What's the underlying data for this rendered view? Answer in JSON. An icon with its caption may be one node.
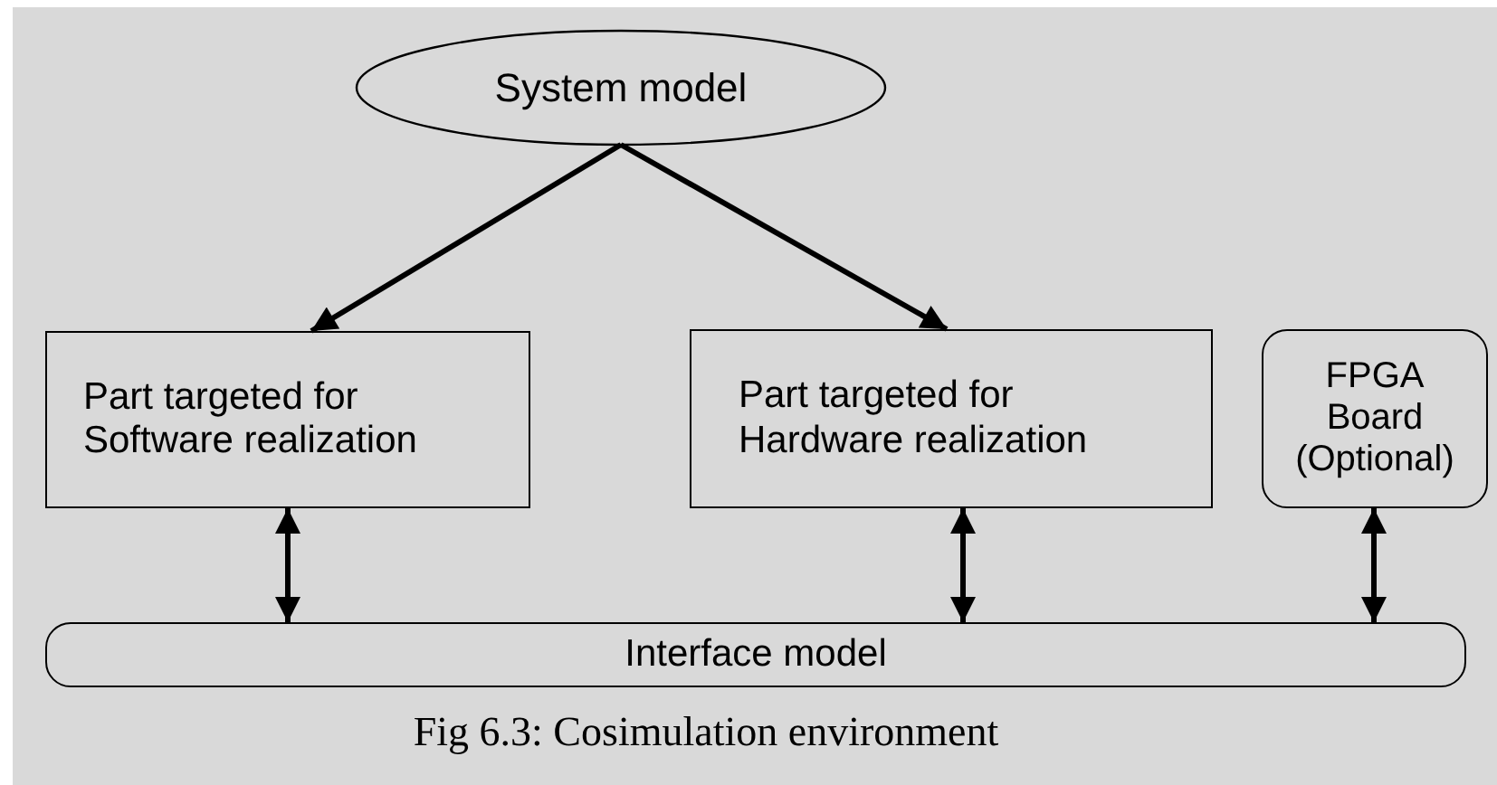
{
  "diagram": {
    "caption": "Fig 6.3: Cosimulation environment",
    "nodes": [
      {
        "text": [
          "System model"
        ]
      },
      {
        "text": [
          "Part targeted for Software realization"
        ]
      },
      {
        "text": [
          "Part targeted for Hardware realization"
        ]
      },
      {
        "text": [
          "FPGA Board (Optional)"
        ]
      },
      {
        "text": [
          "Interface model"
        ]
      }
    ],
    "edges": [
      {
        "from": 0,
        "to": 1,
        "arrow": "to"
      },
      {
        "from": 0,
        "to": 2,
        "arrow": "to"
      },
      {
        "from": 1,
        "to": 4,
        "arrow": "both"
      },
      {
        "from": 2,
        "to": 4,
        "arrow": "both"
      },
      {
        "from": 3,
        "to": 4,
        "arrow": "both"
      }
    ]
  }
}
